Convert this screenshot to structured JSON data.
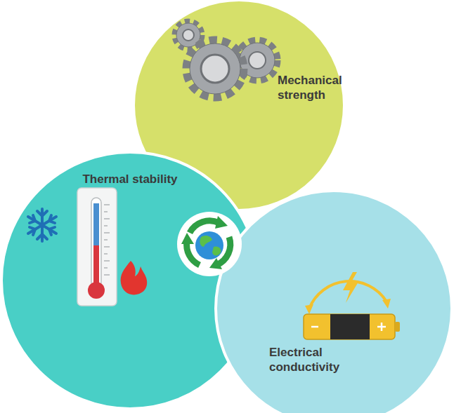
{
  "diagram": {
    "nodes": [
      {
        "text": [
          "Mechanical strength"
        ]
      },
      {
        "text": [
          "Thermal stability"
        ]
      },
      {
        "text": [
          "Electrical conductivity"
        ]
      }
    ]
  }
}
